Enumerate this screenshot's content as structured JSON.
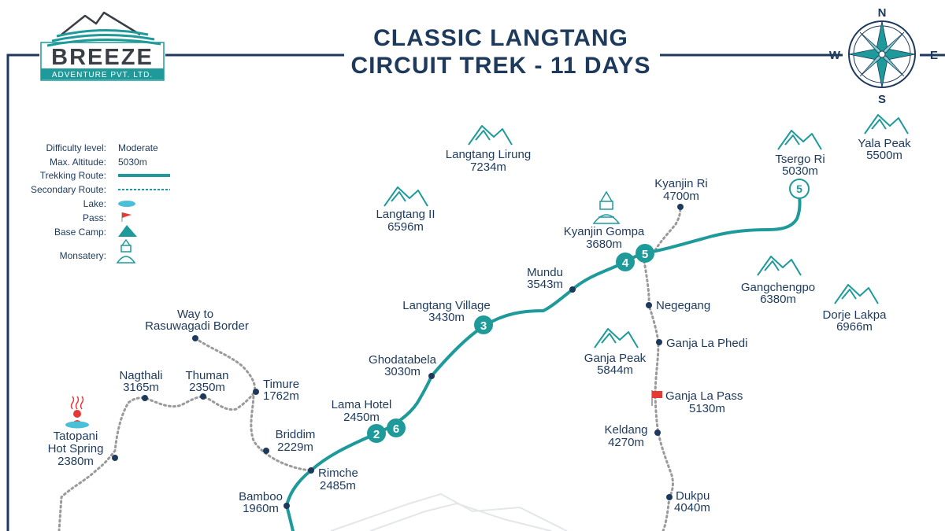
{
  "title": {
    "line1": "CLASSIC LANGTANG",
    "line2": "CIRCUIT TREK - 11 DAYS"
  },
  "logo": {
    "name": "BREEZE",
    "subtitle": "ADVENTURE PVT. LTD."
  },
  "compass": {
    "n": "N",
    "s": "S",
    "e": "E",
    "w": "W"
  },
  "legend": {
    "difficulty_key": "Difficulty level:",
    "difficulty_value": "Moderate",
    "altitude_key": "Max. Altitude:",
    "altitude_value": "5030m",
    "trekking_route": "Trekking Route:",
    "secondary_route": "Secondary Route:",
    "lake": "Lake:",
    "pass": "Pass:",
    "base_camp": "Base Camp:",
    "monastery": "Monsatery:"
  },
  "peaks": [
    {
      "name": "Langtang Lirung",
      "alt": "7234m"
    },
    {
      "name": "Langtang II",
      "alt": "6596m"
    },
    {
      "name": "Tsergo Ri",
      "alt": "5030m"
    },
    {
      "name": "Yala Peak",
      "alt": "5500m"
    },
    {
      "name": "Gangchengpo",
      "alt": "6380m"
    },
    {
      "name": "Dorje Lakpa",
      "alt": "6966m"
    },
    {
      "name": "Ganja Peak",
      "alt": "5844m"
    }
  ],
  "places": [
    {
      "name": "Kyanjin Ri",
      "alt": "4700m"
    },
    {
      "name": "Kyanjin Gompa",
      "alt": "3680m"
    },
    {
      "name": "Mundu",
      "alt": "3543m"
    },
    {
      "name": "Langtang Village",
      "alt": "3430m"
    },
    {
      "name": "Ghodatabela",
      "alt": "3030m"
    },
    {
      "name": "Lama Hotel",
      "alt": "2450m"
    },
    {
      "name": "Rimche",
      "alt": "2485m"
    },
    {
      "name": "Bamboo",
      "alt": "1960m"
    },
    {
      "name": "Briddim",
      "alt": "2229m"
    },
    {
      "name": "Timure",
      "alt": "1762m"
    },
    {
      "name": "Thuman",
      "alt": "2350m"
    },
    {
      "name": "Nagthali",
      "alt": "3165m"
    },
    {
      "name": "Tatopani",
      "alt": "Hot Spring"
    },
    {
      "name": "Negegang",
      "alt": ""
    },
    {
      "name": "Ganja La Phedi",
      "alt": ""
    },
    {
      "name": "Ganja La Pass",
      "alt": "5130m"
    },
    {
      "name": "Keldang",
      "alt": "4270m"
    },
    {
      "name": "Dukpu",
      "alt": "4040m"
    }
  ],
  "tatopani_alt": "2380m",
  "border": {
    "line1": "Way to",
    "line2": "Rasuwagadi Border"
  },
  "stages": [
    "2",
    "6",
    "3",
    "4",
    "5",
    "5"
  ],
  "colors": {
    "teal": "#1f9a9a",
    "navy": "#1d3a5c",
    "marker": "#1d3a5c",
    "dotted": "#9a9a9a",
    "pass_flag": "#e53935"
  }
}
